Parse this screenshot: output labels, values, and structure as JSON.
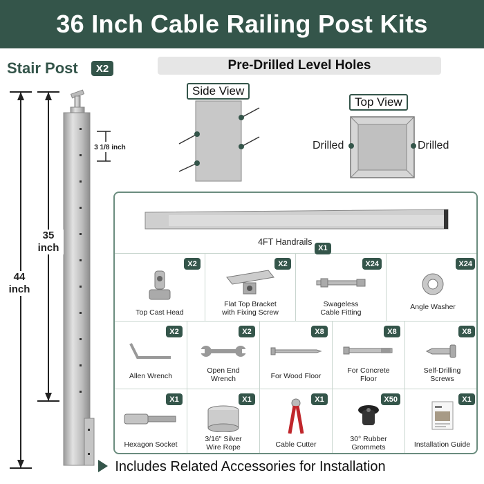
{
  "title": "36 Inch Cable Railing Post Kits",
  "stair": {
    "label": "Stair Post",
    "qty": "X2"
  },
  "predrilled": "Pre-Drilled Level Holes",
  "side_view": "Side View",
  "top_view": "Top View",
  "drilled_left": "Drilled",
  "drilled_right": "Drilled",
  "dims": {
    "spacing": "3 1/8 inch",
    "inner": "35\ninch",
    "outer": "44\ninch"
  },
  "handrail": {
    "label": "4FT Handrails",
    "qty": "X1"
  },
  "row1": [
    {
      "label": "Top Cast Head",
      "qty": "X2",
      "icon": "cast-head-icon"
    },
    {
      "label": "Flat Top Bracket\nwith Fixing Screw",
      "qty": "X2",
      "icon": "bracket-icon"
    },
    {
      "label": "Swageless\nCable Fitting",
      "qty": "X24",
      "icon": "cable-fitting-icon"
    },
    {
      "label": "Angle Washer",
      "qty": "X24",
      "icon": "washer-icon"
    }
  ],
  "row2": [
    {
      "label": "Allen Wrench",
      "qty": "X2",
      "icon": "allen-wrench-icon"
    },
    {
      "label": "Open End\nWrench",
      "qty": "X2",
      "icon": "wrench-icon"
    },
    {
      "label": "For Wood Floor",
      "qty": "X8",
      "icon": "wood-screw-icon"
    },
    {
      "label": "For Concrete\nFloor",
      "qty": "X8",
      "icon": "concrete-anchor-icon"
    },
    {
      "label": "Self-Drilling\nScrews",
      "qty": "X8",
      "icon": "self-drilling-screw-icon"
    }
  ],
  "row3": [
    {
      "label": "Hexagon Socket",
      "qty": "X1",
      "icon": "hex-socket-icon"
    },
    {
      "label": "3/16\" Silver\nWire Rope",
      "qty": "X1",
      "icon": "wire-rope-icon"
    },
    {
      "label": "Cable Cutter",
      "qty": "X1",
      "icon": "cable-cutter-icon"
    },
    {
      "label": "30° Rubber\nGrommets",
      "qty": "X50",
      "icon": "grommet-icon"
    },
    {
      "label": "Installation Guide",
      "qty": "X1",
      "icon": "guide-icon"
    }
  ],
  "footer": "Includes Related Accessories for Installation",
  "colors": {
    "brand": "#34554a",
    "steel": "#b8b8b8"
  }
}
